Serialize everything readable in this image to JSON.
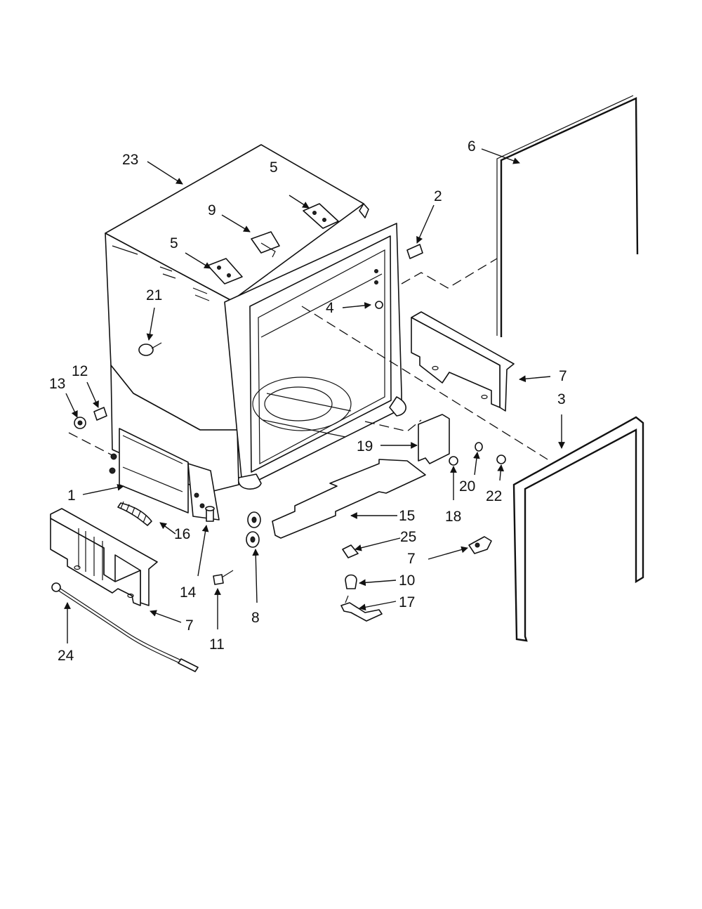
{
  "diagram": {
    "callouts": {
      "c23": "23",
      "c5a": "5",
      "c9": "9",
      "c5b": "5",
      "c2": "2",
      "c6": "6",
      "c21": "21",
      "c4": "4",
      "c7a": "7",
      "c3": "3",
      "c12": "12",
      "c13": "13",
      "c19": "19",
      "c20": "20",
      "c22": "22",
      "c18": "18",
      "c1": "1",
      "c15": "15",
      "c25": "25",
      "c16": "16",
      "c14": "14",
      "c7b": "7",
      "c10": "10",
      "c17": "17",
      "c8": "8",
      "c11": "11",
      "c7c": "7",
      "c24": "24"
    }
  }
}
